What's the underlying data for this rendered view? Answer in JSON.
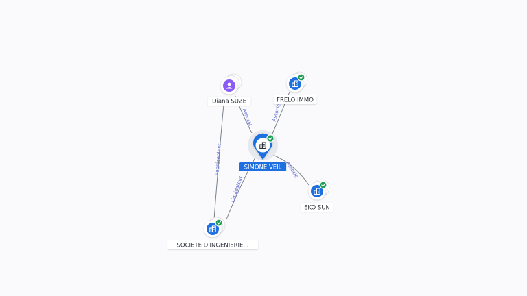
{
  "colors": {
    "company": "#1e6fe0",
    "person": "#8b5cf6",
    "check": "#1f9d55",
    "edge": "#7a8089",
    "edge_label": "#5b6ad1"
  },
  "nodes": [
    {
      "id": "simone",
      "label": "SIMONE VEIL",
      "kind": "company",
      "center": true,
      "verified": true
    },
    {
      "id": "diana",
      "label": "Diana SUZE",
      "kind": "person",
      "verified": false
    },
    {
      "id": "frelo",
      "label": "FRELO IMMO",
      "kind": "company",
      "verified": true
    },
    {
      "id": "eko",
      "label": "EKO SUN",
      "kind": "company",
      "verified": true
    },
    {
      "id": "societe",
      "label": "SOCIETE D'INGENIERIE...",
      "kind": "company",
      "verified": true
    }
  ],
  "edges": [
    {
      "from": "diana",
      "to": "simone",
      "label": "Associé"
    },
    {
      "from": "frelo",
      "to": "simone",
      "label": "Associé"
    },
    {
      "from": "simone",
      "to": "eko",
      "label": "Associé"
    },
    {
      "from": "diana",
      "to": "societe",
      "label": "Représentant"
    },
    {
      "from": "simone",
      "to": "societe",
      "label": "Liquidateur"
    }
  ]
}
